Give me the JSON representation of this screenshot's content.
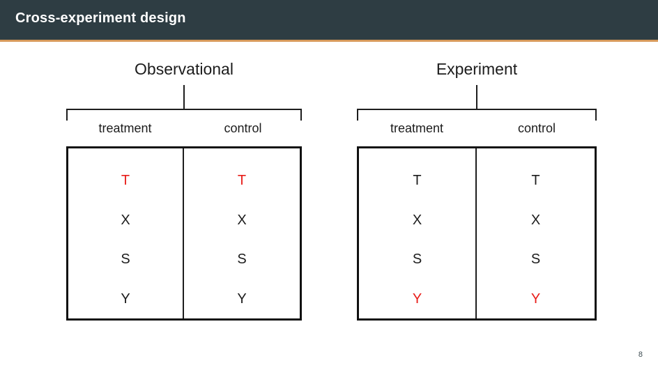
{
  "slide": {
    "title": "Cross-experiment design",
    "page_number": "8",
    "colors": {
      "header_background": "#2e3d43",
      "header_accent": "#d79a5b",
      "highlight": "#e81d19",
      "ink": "#1c1c1c",
      "page_number": "#3d4b51"
    }
  },
  "panels": [
    {
      "caption": "Observational",
      "columns": [
        {
          "header": "treatment",
          "cells": [
            {
              "label": "T",
              "highlight": true
            },
            {
              "label": "X",
              "highlight": false
            },
            {
              "label": "S",
              "highlight": false
            },
            {
              "label": "Y",
              "highlight": false
            }
          ]
        },
        {
          "header": "control",
          "cells": [
            {
              "label": "T",
              "highlight": true
            },
            {
              "label": "X",
              "highlight": false
            },
            {
              "label": "S",
              "highlight": false
            },
            {
              "label": "Y",
              "highlight": false
            }
          ]
        }
      ]
    },
    {
      "caption": "Experiment",
      "columns": [
        {
          "header": "treatment",
          "cells": [
            {
              "label": "T",
              "highlight": false
            },
            {
              "label": "X",
              "highlight": false
            },
            {
              "label": "S",
              "highlight": false
            },
            {
              "label": "Y",
              "highlight": true
            }
          ]
        },
        {
          "header": "control",
          "cells": [
            {
              "label": "T",
              "highlight": false
            },
            {
              "label": "X",
              "highlight": false
            },
            {
              "label": "S",
              "highlight": false
            },
            {
              "label": "Y",
              "highlight": true
            }
          ]
        }
      ]
    }
  ]
}
